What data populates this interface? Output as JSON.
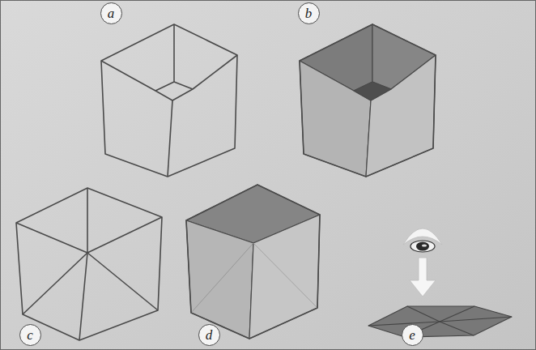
{
  "diagram": {
    "nodes": [
      {
        "text": [
          "a"
        ]
      },
      {
        "text": [
          "b"
        ]
      },
      {
        "text": [
          "c"
        ]
      },
      {
        "text": [
          "d"
        ]
      },
      {
        "text": [
          "e"
        ]
      }
    ]
  }
}
